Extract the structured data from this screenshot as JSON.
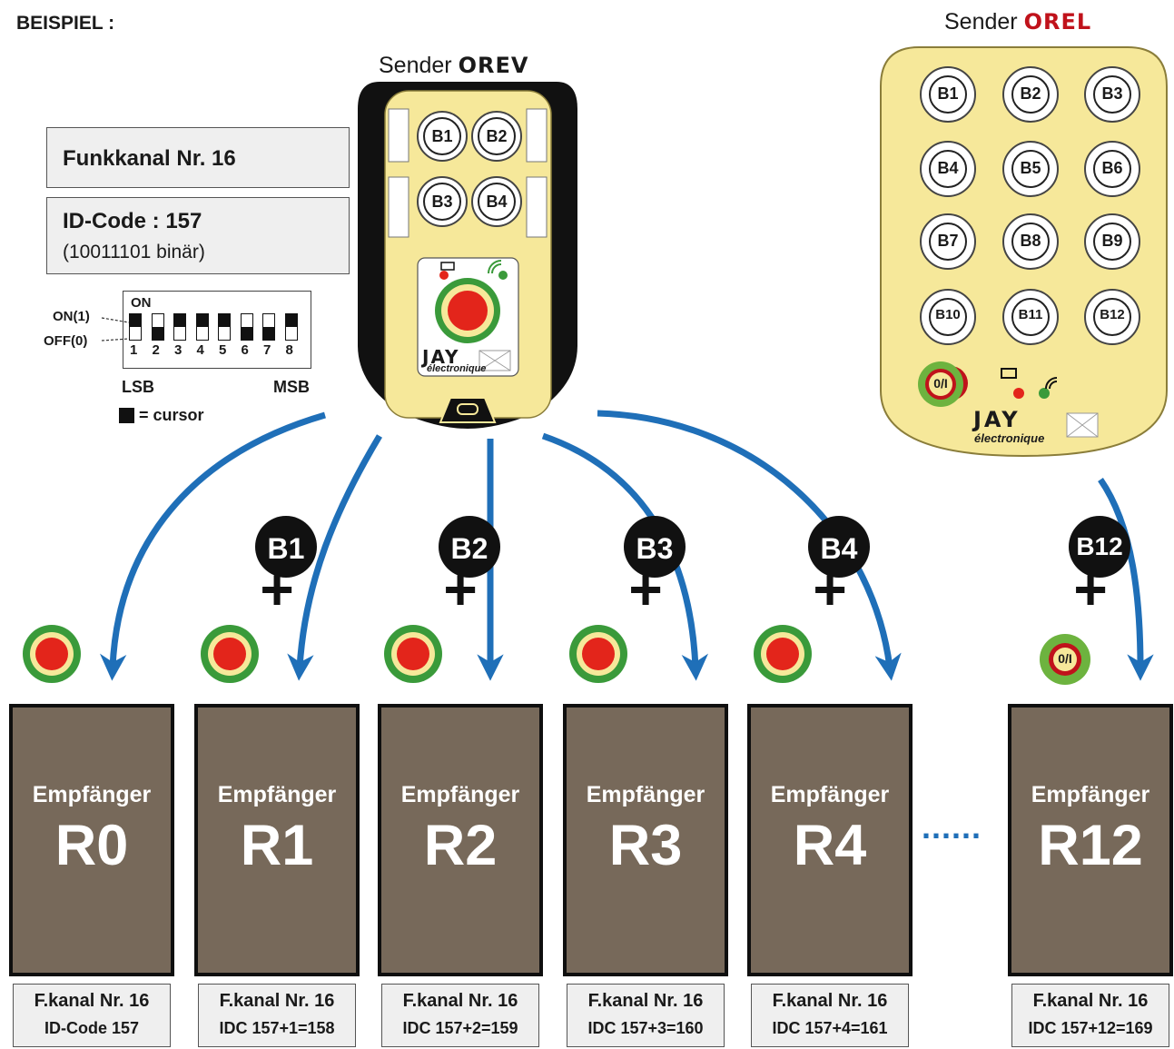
{
  "heading": "BEISPIEL :",
  "orev": {
    "prefix": "Sender",
    "model": "OREV",
    "buttons": [
      "B1",
      "B2",
      "B3",
      "B4"
    ]
  },
  "orel": {
    "prefix": "Sender",
    "model": "OREL",
    "buttons": [
      "B1",
      "B2",
      "B3",
      "B4",
      "B5",
      "B6",
      "B7",
      "B8",
      "B9",
      "B10",
      "B11",
      "B12"
    ],
    "onoff": "0/I"
  },
  "brand": {
    "logo": "JAY",
    "sub": "électronique"
  },
  "channel_box": "Funkkanal Nr. 16",
  "idcode_box": {
    "title": "ID-Code : 157",
    "binary": "(10011101 binär)"
  },
  "dip": {
    "on_label": "ON",
    "on_state": "ON(1)",
    "off_state": "OFF(0)",
    "switch_numbers": [
      "1",
      "2",
      "3",
      "4",
      "5",
      "6",
      "7",
      "8"
    ],
    "switch_states": [
      1,
      0,
      1,
      1,
      1,
      0,
      0,
      1
    ],
    "lsb": "LSB",
    "msb": "MSB",
    "legend": "= cursor"
  },
  "plus": "+",
  "ellipsis": "......",
  "receivers": [
    {
      "type": "Empfänger",
      "name": "R0",
      "line1": "F.kanal Nr. 16",
      "line2": "ID-Code 157",
      "combo_button": "",
      "start": "stop"
    },
    {
      "type": "Empfänger",
      "name": "R1",
      "line1": "F.kanal Nr. 16",
      "line2": "IDC 157+1=158",
      "combo_button": "B1",
      "start": "stop"
    },
    {
      "type": "Empfänger",
      "name": "R2",
      "line1": "F.kanal Nr. 16",
      "line2": "IDC 157+2=159",
      "combo_button": "B2",
      "start": "stop"
    },
    {
      "type": "Empfänger",
      "name": "R3",
      "line1": "F.kanal Nr. 16",
      "line2": "IDC 157+3=160",
      "combo_button": "B3",
      "start": "stop"
    },
    {
      "type": "Empfänger",
      "name": "R4",
      "line1": "F.kanal Nr. 16",
      "line2": "IDC 157+4=161",
      "combo_button": "B4",
      "start": "stop"
    },
    {
      "type": "Empfänger",
      "name": "R12",
      "line1": "F.kanal Nr. 16",
      "line2": "IDC 157+12=169",
      "combo_button": "B12",
      "start": "onoff"
    }
  ],
  "colors": {
    "arrow": "#1f6fb8",
    "receiver": "#77695a",
    "remote_yellow": "#f6e89a",
    "stop_red": "#e3251b",
    "ring_green": "#3a9a3a"
  }
}
